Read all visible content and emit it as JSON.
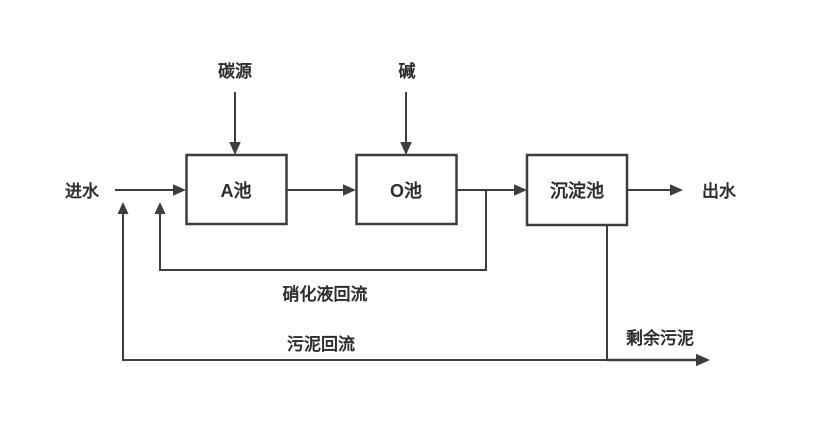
{
  "diagram": {
    "type": "process-flow",
    "description_labels": {
      "influent": "进水",
      "carbon_source": "碳源",
      "alkali": "碱",
      "effluent": "出水",
      "nitrified_liquor_recycle": "硝化液回流",
      "sludge_return": "污泥回流",
      "excess_sludge": "剩余污泥"
    },
    "nodes": {
      "tank_a": {
        "label": "A池"
      },
      "tank_o": {
        "label": "O池"
      },
      "clarifier": {
        "label": "沉淀池"
      }
    },
    "edges": [
      {
        "from": "influent",
        "to": "tank_a"
      },
      {
        "from": "carbon_source",
        "to": "tank_a"
      },
      {
        "from": "alkali",
        "to": "tank_o"
      },
      {
        "from": "tank_a",
        "to": "tank_o"
      },
      {
        "from": "tank_o",
        "to": "clarifier"
      },
      {
        "from": "clarifier",
        "to": "effluent"
      },
      {
        "from": "tank_o_outlet",
        "to": "influent_line",
        "label": "硝化液回流"
      },
      {
        "from": "clarifier_bottom",
        "to": "influent_line",
        "label": "污泥回流"
      },
      {
        "from": "clarifier_bottom",
        "to": "excess_sludge_out",
        "label": "剩余污泥"
      }
    ],
    "colors": {
      "line": "#3d3d3d",
      "text": "#2d2d2d",
      "background": "#ffffff"
    }
  }
}
